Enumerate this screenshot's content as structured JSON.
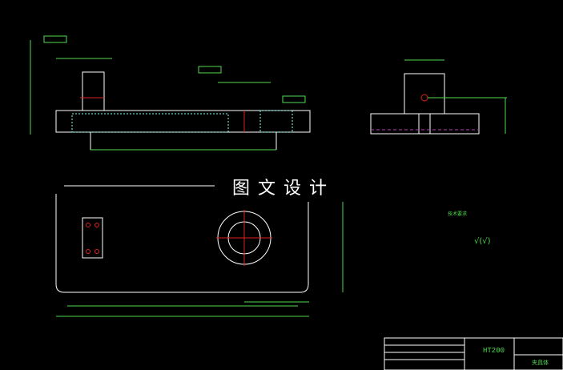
{
  "drawing": {
    "watermark": "图文设计",
    "material": "HT200",
    "part_name": "夹具体",
    "technical_requirements_title": "技术要求",
    "roughness_symbol": "√(√)",
    "views": [
      "front-section-view",
      "side-view",
      "top-view"
    ],
    "colors": {
      "background": "#000000",
      "outline": "#ffffff",
      "dimension": "#4fdc4f",
      "centerline": "#e02020",
      "hidden": "#c040c0"
    }
  }
}
